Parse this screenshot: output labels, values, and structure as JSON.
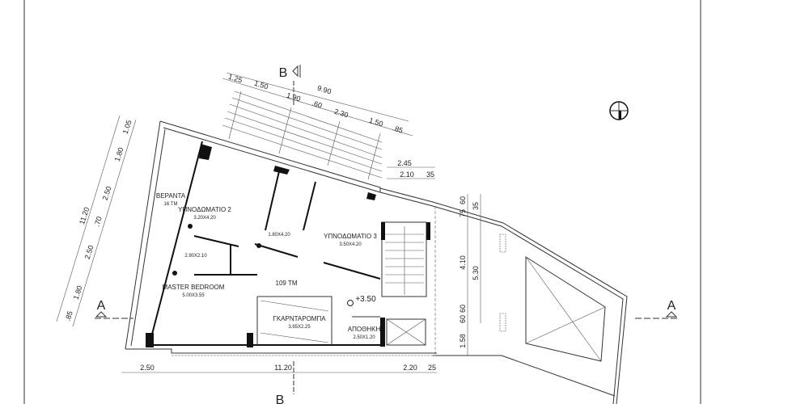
{
  "rooms": {
    "veranda": {
      "name": "ΒΕΡΑΝΤΑ",
      "area": "16 TM"
    },
    "bedroom2": {
      "name": "ΥΠΝΟΔΩΜΑΤΙΟ 2",
      "size": "3.20X4.20"
    },
    "bath": {
      "size": "1.80X4.20"
    },
    "bedroom3": {
      "name": "ΥΠΝΟΔΩΜΑΤΙΟ 3",
      "size": "3.50X4.20"
    },
    "ensuite": {
      "size": "2.90X2.10"
    },
    "master": {
      "name": "MASTER BEDROOM",
      "size": "5.00X3.55"
    },
    "total": {
      "area": "109 TM"
    },
    "level": "+3.50",
    "wardrobe": {
      "name": "ΓΚΑΡΝΤΑΡΟΜΠΑ",
      "size": "3.65X2.25"
    },
    "storage": {
      "name": "ΑΠΟΘΗΚΗ",
      "size": "2.50X1.20"
    }
  },
  "section_markers": {
    "b": "B",
    "a": "A"
  },
  "dimensions": {
    "top": [
      "1.25",
      "1.50",
      "1.90",
      ".60",
      "2.30",
      "1.50",
      ".85"
    ],
    "top_total": "9.90",
    "top_right": [
      "2.45",
      "2.10",
      "35"
    ],
    "bottom": [
      "2.50",
      "11.20",
      "2.20",
      "25"
    ],
    "left": [
      ".85",
      "1.80",
      "2.50",
      ".70",
      "2.50",
      "1.80",
      "1.05"
    ],
    "left_total": "11.20",
    "right_inner": [
      "60",
      "75",
      "4.10",
      "60",
      "60",
      "1.58"
    ],
    "right_outer": [
      "35",
      "5.30"
    ]
  }
}
